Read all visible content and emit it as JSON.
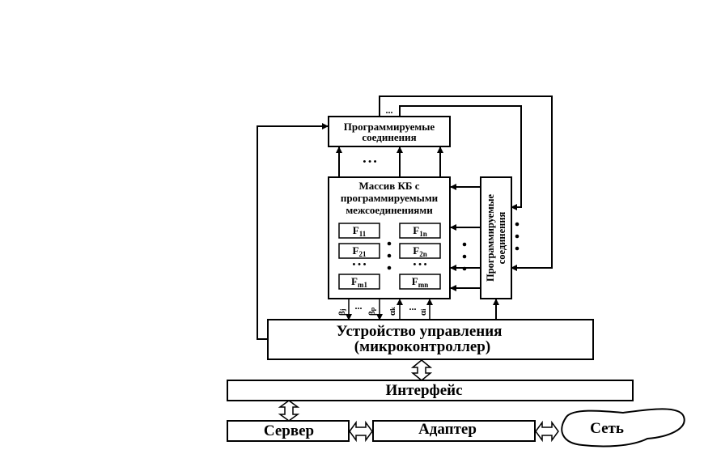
{
  "blocks": {
    "prog_top": [
      "Программируемые",
      "соединения"
    ],
    "array": [
      "Массив КБ с",
      "программируемыми",
      "межсоединениями"
    ],
    "prog_side": [
      "Программируемые",
      "соединения"
    ],
    "controller": [
      "Устройство управления",
      "(микроконтроллер)"
    ],
    "interface": "Интерфейс",
    "server": "Сервер",
    "adapter": "Адаптер",
    "network": "Сеть"
  },
  "cells": {
    "f11": {
      "base": "F",
      "sub": "11"
    },
    "f1n": {
      "base": "F",
      "sub": "1n"
    },
    "f21": {
      "base": "F",
      "sub": "21"
    },
    "f2n": {
      "base": "F",
      "sub": "2n"
    },
    "fm1": {
      "base": "F",
      "sub": "m1"
    },
    "fmn": {
      "base": "F",
      "sub": "mn"
    }
  },
  "signals": {
    "beta_j": {
      "sym": "β",
      "sub": "j"
    },
    "beta_p": {
      "sym": "β",
      "sub": "p"
    },
    "alpha_k": {
      "sym": "α",
      "sub": "k"
    },
    "alpha_i": {
      "sym": "α",
      "sub": "i"
    }
  },
  "ellipsis": {
    "dots3": "• • •",
    "dots_h": "...",
    "dots_v": "•"
  }
}
